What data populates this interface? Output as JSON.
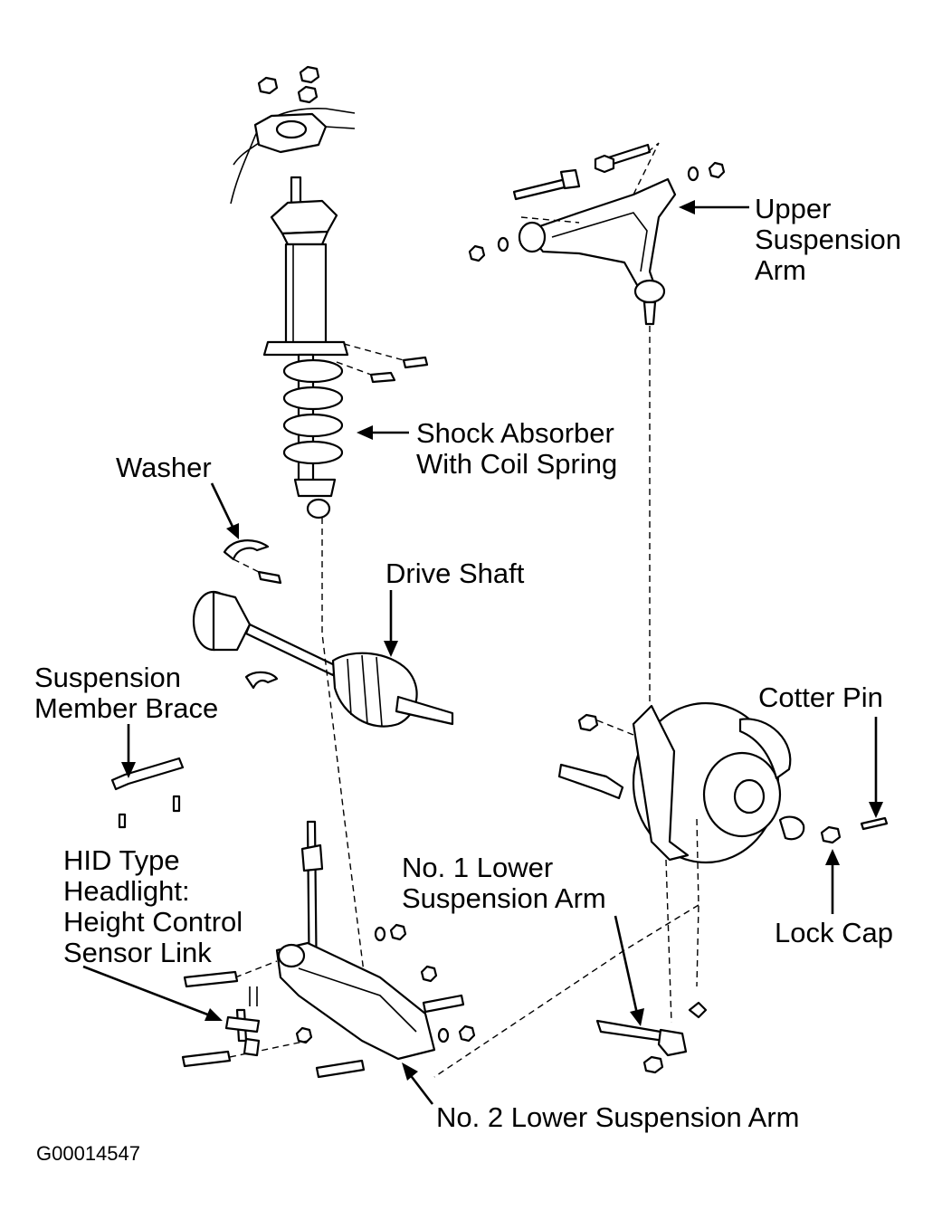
{
  "labels": {
    "upper_arm": [
      "Upper",
      "Suspension",
      "Arm"
    ],
    "shock": [
      "Shock Absorber",
      "With Coil Spring"
    ],
    "washer": "Washer",
    "drive_shaft": "Drive Shaft",
    "brace": [
      "Suspension",
      "Member Brace"
    ],
    "cotter_pin": "Cotter Pin",
    "hid_link": [
      "HID Type",
      "Headlight:",
      "Height Control",
      "Sensor Link"
    ],
    "no1_arm": [
      "No. 1 Lower",
      "Suspension Arm"
    ],
    "lock_cap": "Lock Cap",
    "no2_arm": "No. 2 Lower Suspension Arm"
  },
  "figure_code": "G00014547"
}
